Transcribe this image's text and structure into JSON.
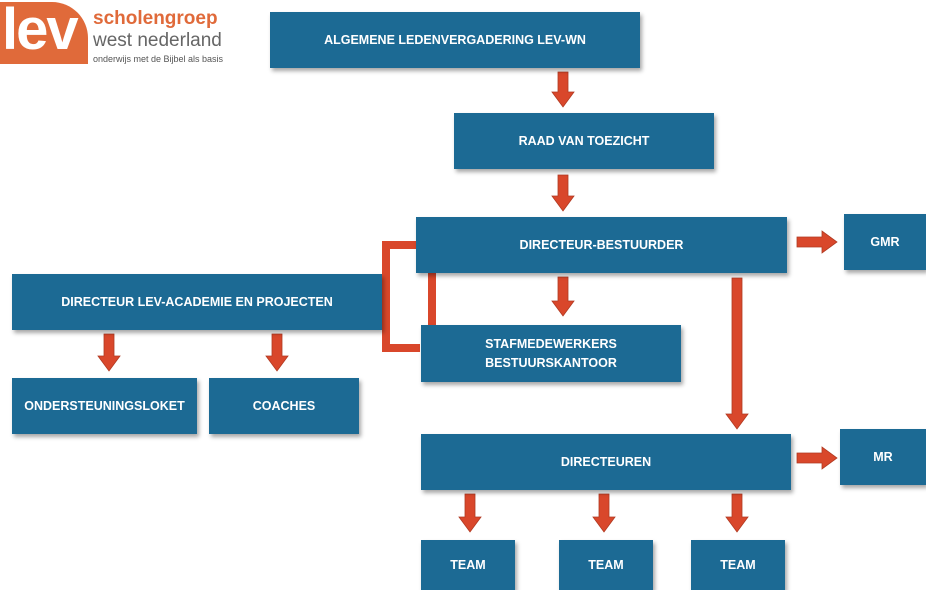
{
  "logo": {
    "mark": "lev",
    "line1": "scholengroep",
    "line2": "west nederland",
    "line3": "onderwijs met de Bijbel als basis"
  },
  "nodes": {
    "algemene_ledenvergadering": "ALGEMENE LEDENVERGADERING LEV-WN",
    "raad_van_toezicht": "RAAD VAN TOEZICHT",
    "directeur_bestuurder": "DIRECTEUR-BESTUURDER",
    "gmr": "GMR",
    "directeur_lev_academie": "DIRECTEUR LEV-ACADEMIE EN PROJECTEN",
    "stafmedewerkers": "STAFMEDEWERKERS\nBESTUURSKANTOOR",
    "ondersteuningsloket": "ONDERSTEUNINGSLOKET",
    "coaches": "COACHES",
    "directeuren": "DIRECTEUREN",
    "mr": "MR",
    "team_1": "TEAM",
    "team_2": "TEAM",
    "team_3": "TEAM"
  },
  "colors": {
    "box": "#1c6a94",
    "arrow": "#d9472b",
    "logo": "#e06a3a"
  }
}
